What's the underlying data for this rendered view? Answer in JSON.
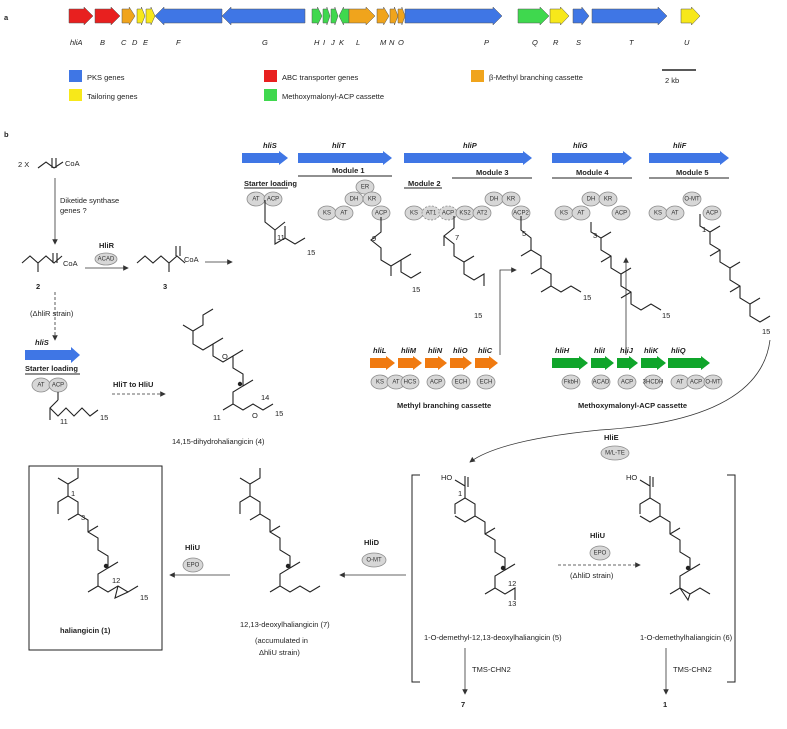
{
  "panel_a": {
    "label": "a",
    "genes": [
      {
        "name": "hliA",
        "color": "#e8201f"
      },
      {
        "name": "B",
        "color": "#e8201f"
      },
      {
        "name": "C",
        "color": "#f0a41c"
      },
      {
        "name": "D",
        "color": "#f7e81a"
      },
      {
        "name": "E",
        "color": "#f7e81a"
      },
      {
        "name": "F",
        "color": "#3f76e5"
      },
      {
        "name": "G",
        "color": "#3f76e5"
      },
      {
        "name": "H",
        "color": "#3fd84e"
      },
      {
        "name": "I",
        "color": "#3fd84e"
      },
      {
        "name": "J",
        "color": "#3fd84e"
      },
      {
        "name": "K",
        "color": "#3fd84e"
      },
      {
        "name": "L",
        "color": "#f0a41c"
      },
      {
        "name": "M",
        "color": "#f0a41c"
      },
      {
        "name": "N",
        "color": "#f0a41c"
      },
      {
        "name": "O",
        "color": "#f0a41c"
      },
      {
        "name": "P",
        "color": "#3f76e5"
      },
      {
        "name": "Q",
        "color": "#3fd84e"
      },
      {
        "name": "R",
        "color": "#f7e81a"
      },
      {
        "name": "S",
        "color": "#3f76e5"
      },
      {
        "name": "T",
        "color": "#3f76e5"
      },
      {
        "name": "U",
        "color": "#f7e81a"
      }
    ],
    "legend": [
      {
        "label": "PKS genes",
        "color": "#3f76e5"
      },
      {
        "label": "ABC transporter genes",
        "color": "#e8201f"
      },
      {
        "label": "β-Methyl branching cassette",
        "color": "#f0a41c"
      },
      {
        "label": "Tailoring genes",
        "color": "#f7e81a"
      },
      {
        "label": "Methoxymalonyl-ACP cassette",
        "color": "#3fd84e"
      }
    ],
    "scale_label": "2 kb"
  },
  "panel_b": {
    "label": "b",
    "substrate": {
      "prefix": "2 X",
      "text": "CoA"
    },
    "diketide_label_1": "Diketide synthase",
    "diketide_label_2": "genes ?",
    "compound2": "2",
    "compound3": "3",
    "hliR": "HliR",
    "acad": "ACAD",
    "coa": "CoA",
    "dhliR_strain": "(ΔhliR strain)",
    "left_hliS": "hliS",
    "left_starter": "Starter loading",
    "left_arrow_text": "HliT to HliU",
    "compound4_name": "14,15-dihydrohaliangicin (4)",
    "pks_genes": [
      "hliS",
      "hliT",
      "hliP",
      "hliG",
      "hliF"
    ],
    "modules": [
      "Starter loading",
      "Module 1",
      "Module 2",
      "Module 3",
      "Module 4",
      "Module 5"
    ],
    "domains": {
      "starter": [
        "AT",
        "ACP"
      ],
      "m1": [
        "KS",
        "AT",
        "DH",
        "ER",
        "KR",
        "ACP"
      ],
      "m23": [
        "KS",
        "AT1",
        "ACP",
        "KS2",
        "AT2",
        "DH",
        "KR",
        "ACP2"
      ],
      "m4": [
        "KS",
        "AT",
        "DH",
        "KR",
        "ACP"
      ],
      "m5": [
        "KS",
        "AT",
        "O-MT",
        "ACP"
      ]
    },
    "carbon_numbers": [
      "11",
      "15",
      "9",
      "15",
      "7",
      "15",
      "5",
      "15",
      "3",
      "15",
      "1",
      "15"
    ],
    "methyl_cassette": {
      "genes": [
        "hliL",
        "hliM",
        "hliN",
        "hliO",
        "hliC"
      ],
      "domains": [
        "KS",
        "AT",
        "HCS",
        "ACP",
        "ECH",
        "ECH"
      ],
      "title": "Methyl branching cassette"
    },
    "methoxy_cassette": {
      "genes": [
        "hliH",
        "hliI",
        "hliJ",
        "hliK",
        "hliQ"
      ],
      "domains": [
        "FkbH",
        "ACAD",
        "ACP",
        "3HCDH",
        "AT",
        "ACP",
        "O-MT"
      ],
      "title": "Methoxymalonyl-ACP  cassette"
    },
    "hliE": "HliE",
    "mtl_te": "M/L-TE",
    "compound5_name": "1-O-demethyl-12,13-deoxylhaliangicin (5)",
    "compound6_name": "1-O-demethylhaliangicin (6)",
    "hliU_mid": "HliU",
    "epo": "EPO",
    "dhliD_strain": "(ΔhliD strain)",
    "hliD": "HliD",
    "omt": "O-MT",
    "compound7_name": "12,13-deoxylhaliangicin (7)",
    "accum_1": "(accumulated in",
    "accum_2": "ΔhliU strain)",
    "hliU_left": "HliU",
    "compound1_name": "haliangicin (1)",
    "tms": "TMS-CHN2",
    "product_7": "7",
    "product_1": "1",
    "atom_labels": [
      "1",
      "3",
      "12",
      "13",
      "15",
      "1",
      "3",
      "12",
      "15",
      "11",
      "14",
      "15",
      "O",
      "O",
      "HO",
      "HO",
      "O"
    ]
  }
}
